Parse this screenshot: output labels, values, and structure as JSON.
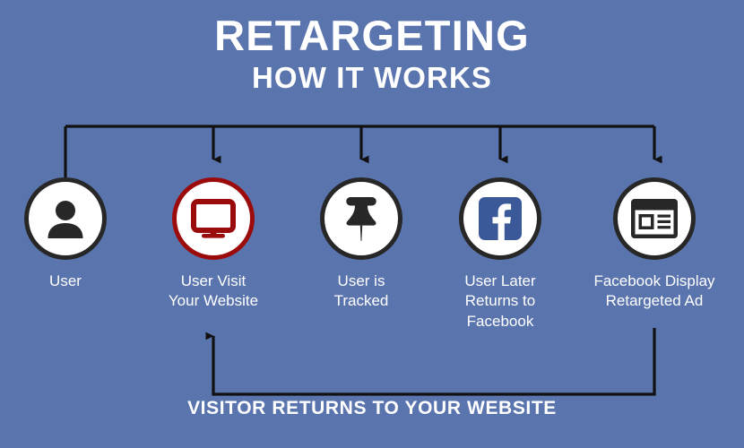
{
  "background_color": "#5a74ae",
  "title": {
    "main": "RETARGETING",
    "sub": "HOW IT WORKS"
  },
  "colors": {
    "background": "#5a74ae",
    "text": "#ffffff",
    "ring_default": "#272727",
    "ring_accent": "#9c0b0b",
    "icon_default": "#272727",
    "icon_accent": "#9c0b0b",
    "facebook_blue": "#3b5998",
    "connector": "#111111"
  },
  "steps": [
    {
      "id": "user",
      "label": "User",
      "icon": "person-icon",
      "ring": "#272727",
      "icon_color": "#272727",
      "highlighted": false
    },
    {
      "id": "user-visit-your-website",
      "label": "User Visit\nYour Website",
      "icon": "monitor-icon",
      "ring": "#9c0b0b",
      "icon_color": "#9c0b0b",
      "highlighted": true
    },
    {
      "id": "user-is-tracked",
      "label": "User is\nTracked",
      "icon": "pushpin-icon",
      "ring": "#272727",
      "icon_color": "#272727",
      "highlighted": false
    },
    {
      "id": "user-later-returns-to-facebook",
      "label": "User Later\nReturns to\nFacebook",
      "icon": "facebook-icon",
      "ring": "#272727",
      "icon_color": "#3b5998",
      "highlighted": false
    },
    {
      "id": "facebook-display-retargeted-ad",
      "label": "Facebook Display\nRetargeted Ad",
      "icon": "display-ad-icon",
      "ring": "#272727",
      "icon_color": "#272727",
      "highlighted": false
    }
  ],
  "footer": {
    "caption": "VISITOR RETURNS TO YOUR WEBSITE"
  },
  "flow": {
    "top_bus_label": "",
    "return_loop_label": "VISITOR RETURNS TO YOUR WEBSITE"
  }
}
